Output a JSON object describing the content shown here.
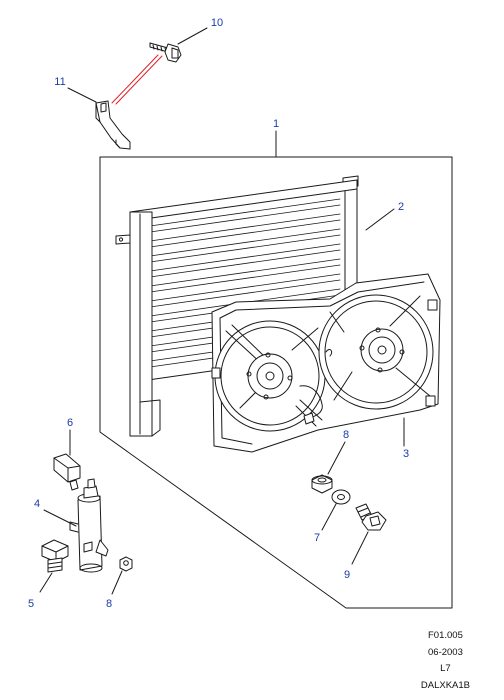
{
  "callouts": [
    "1",
    "2",
    "3",
    "4",
    "5",
    "6",
    "7",
    "8",
    "8",
    "9",
    "10",
    "11"
  ],
  "reference": {
    "figure": "F01.005",
    "date": "06-2003",
    "code": "L7",
    "drawing_id": "DALXKA1B"
  },
  "colors": {
    "callout_text": "#1a3ca8",
    "leader_highlight": "#e0202a",
    "line": "#1a1a1a"
  }
}
